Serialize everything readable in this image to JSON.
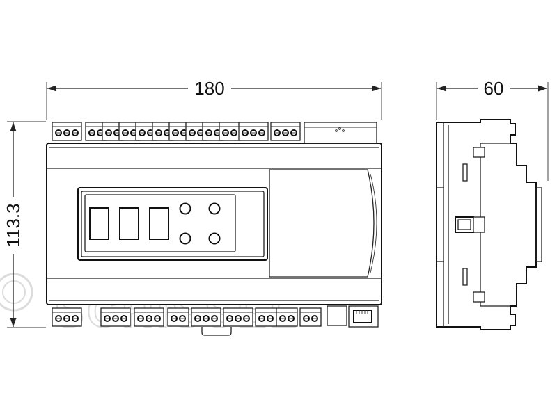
{
  "dimensions": {
    "width_label": "180",
    "height_label": "113.3",
    "depth_label": "60"
  },
  "watermark": {
    "text": "SCHISSEL"
  },
  "colors": {
    "line": "#222222",
    "background": "#ffffff",
    "watermark": "#d9d9d9"
  }
}
